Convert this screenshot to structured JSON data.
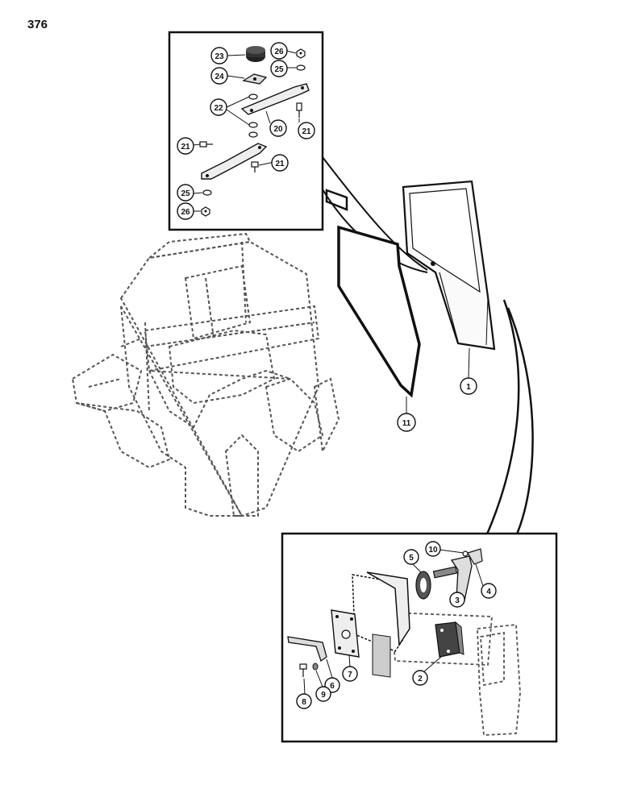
{
  "page": {
    "number": "376"
  },
  "callouts": {
    "c1": "1",
    "c2": "2",
    "c3": "3",
    "c4": "4",
    "c5": "5",
    "c6": "6",
    "c7": "7",
    "c8": "8",
    "c9": "9",
    "c10": "10",
    "c11": "11",
    "c20": "20",
    "c21a": "21",
    "c21b": "21",
    "c21c": "21",
    "c22": "22",
    "c23": "23",
    "c24": "24",
    "c25a": "25",
    "c25b": "25",
    "c26a": "26",
    "c26b": "26"
  },
  "colors": {
    "ink": "#111111",
    "dashed": "#555555",
    "background": "#ffffff"
  }
}
